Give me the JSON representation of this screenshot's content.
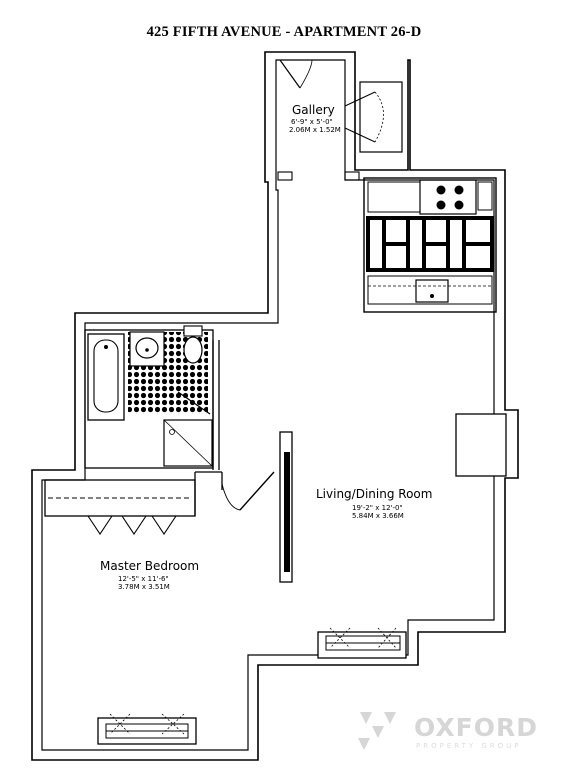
{
  "header": {
    "title": "425 FIFTH AVENUE - APARTMENT 26-D"
  },
  "rooms": {
    "gallery": {
      "name": "Gallery",
      "dim_imperial": "6'-9\" x 5'-0\"",
      "dim_metric": "2.06M x 1.52M"
    },
    "living": {
      "name": "Living/Dining Room",
      "dim_imperial": "19'-2\" x 12'-0\"",
      "dim_metric": "5.84M x 3.66M"
    },
    "bedroom": {
      "name": "Master Bedroom",
      "dim_imperial": "12'-5\" x 11'-6\"",
      "dim_metric": "3.78M x 3.51M"
    }
  },
  "watermark": {
    "text": "OXFORD",
    "sub": "PROPERTY GROUP"
  },
  "colors": {
    "ink": "#000000",
    "paper": "#ffffff",
    "watermark": "#d6d6d6"
  }
}
